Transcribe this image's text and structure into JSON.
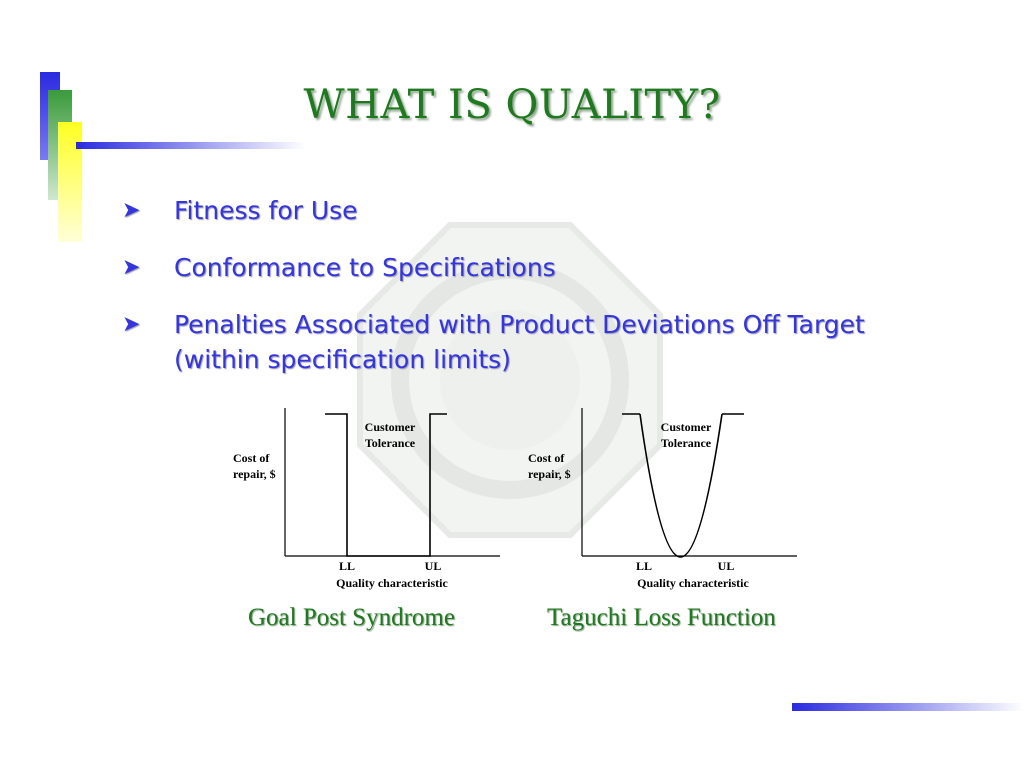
{
  "slide": {
    "title": "WHAT IS QUALITY?",
    "bullets": [
      {
        "text": "Fitness for Use"
      },
      {
        "text": "Conformance to Specifications"
      },
      {
        "text": "Penalties Associated with Product Deviations Off Target (within specification limits)"
      }
    ]
  },
  "icons": {
    "bullet": "arrowhead-bullet-icon"
  },
  "colors": {
    "title": "#1f7a1f",
    "bullets": "#3535dc",
    "accent_blue": "#2a2ae0",
    "accent_green": "#3a9a3a",
    "accent_yellow": "#ffff22"
  },
  "diagrams": [
    {
      "caption": "Goal Post Syndrome",
      "ylabel_line1": "Cost of",
      "ylabel_line2": "repair, $",
      "xlabel": "Quality characteristic",
      "tol_line1": "Customer",
      "tol_line2": "Tolerance",
      "ll": "LL",
      "ul": "UL"
    },
    {
      "caption": "Taguchi Loss Function",
      "ylabel_line1": "Cost of",
      "ylabel_line2": "repair, $",
      "xlabel": "Quality characteristic",
      "tol_line1": "Customer",
      "tol_line2": "Tolerance",
      "ll": "LL",
      "ul": "UL"
    }
  ]
}
